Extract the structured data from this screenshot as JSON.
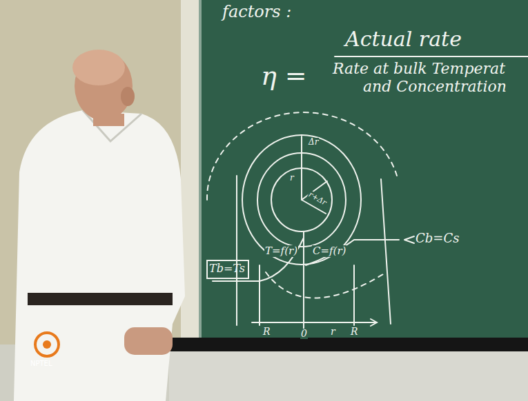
{
  "diagram": {
    "labels": [
      "factors :",
      "η =",
      "Actual rate",
      "Rate at bulk Temperat",
      "and Concentration",
      "Δr",
      "r",
      "r+Δr",
      "Tb=Ts",
      "T=f(r)",
      "C=f(r)",
      "Cb=Cs",
      "R",
      "0",
      "r",
      "R",
      "NPTEL"
    ]
  }
}
